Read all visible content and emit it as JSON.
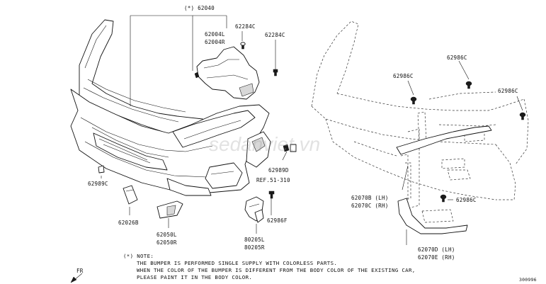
{
  "labels": {
    "p62040": "(*) 62040",
    "p62004l": "62004L",
    "p62004r": "62004R",
    "p62284c_a": "62284C",
    "p62284c_b": "62284C",
    "p62989d": "62989D",
    "ref": "REF.51-310",
    "p62989c": "62989C",
    "p62026b": "62026B",
    "p62050l": "62050L",
    "p62050r": "62050R",
    "p80205l": "80205L",
    "p80205r": "80205R",
    "p62986f": "62986F",
    "p62986c_1": "62986C",
    "p62986c_2": "62986C",
    "p62986c_3": "62986C",
    "p62986c_4": "62986C",
    "p62070b": "62070B (LH)",
    "p62070c": "62070C (RH)",
    "p62070d": "62070D (LH)",
    "p62070e": "62070E (RH)"
  },
  "note": {
    "heading": "(*) NOTE:",
    "line1": "THE BUMPER IS PERFORMED SINGLE SUPPLY WITH COLORLESS PARTS.",
    "line2": "WHEN THE COLOR OF THE BUMPER IS DIFFERENT FROM THE BODY COLOR OF THE EXISTING CAR,",
    "line3": "PLEASE PAINT IT IN THE BODY COLOR."
  },
  "orientation": "FR",
  "diagram_code": "300996",
  "watermark": "sedanviet.vn",
  "icons": [
    "front-arrow-icon",
    "clip-icon",
    "screw-icon"
  ]
}
